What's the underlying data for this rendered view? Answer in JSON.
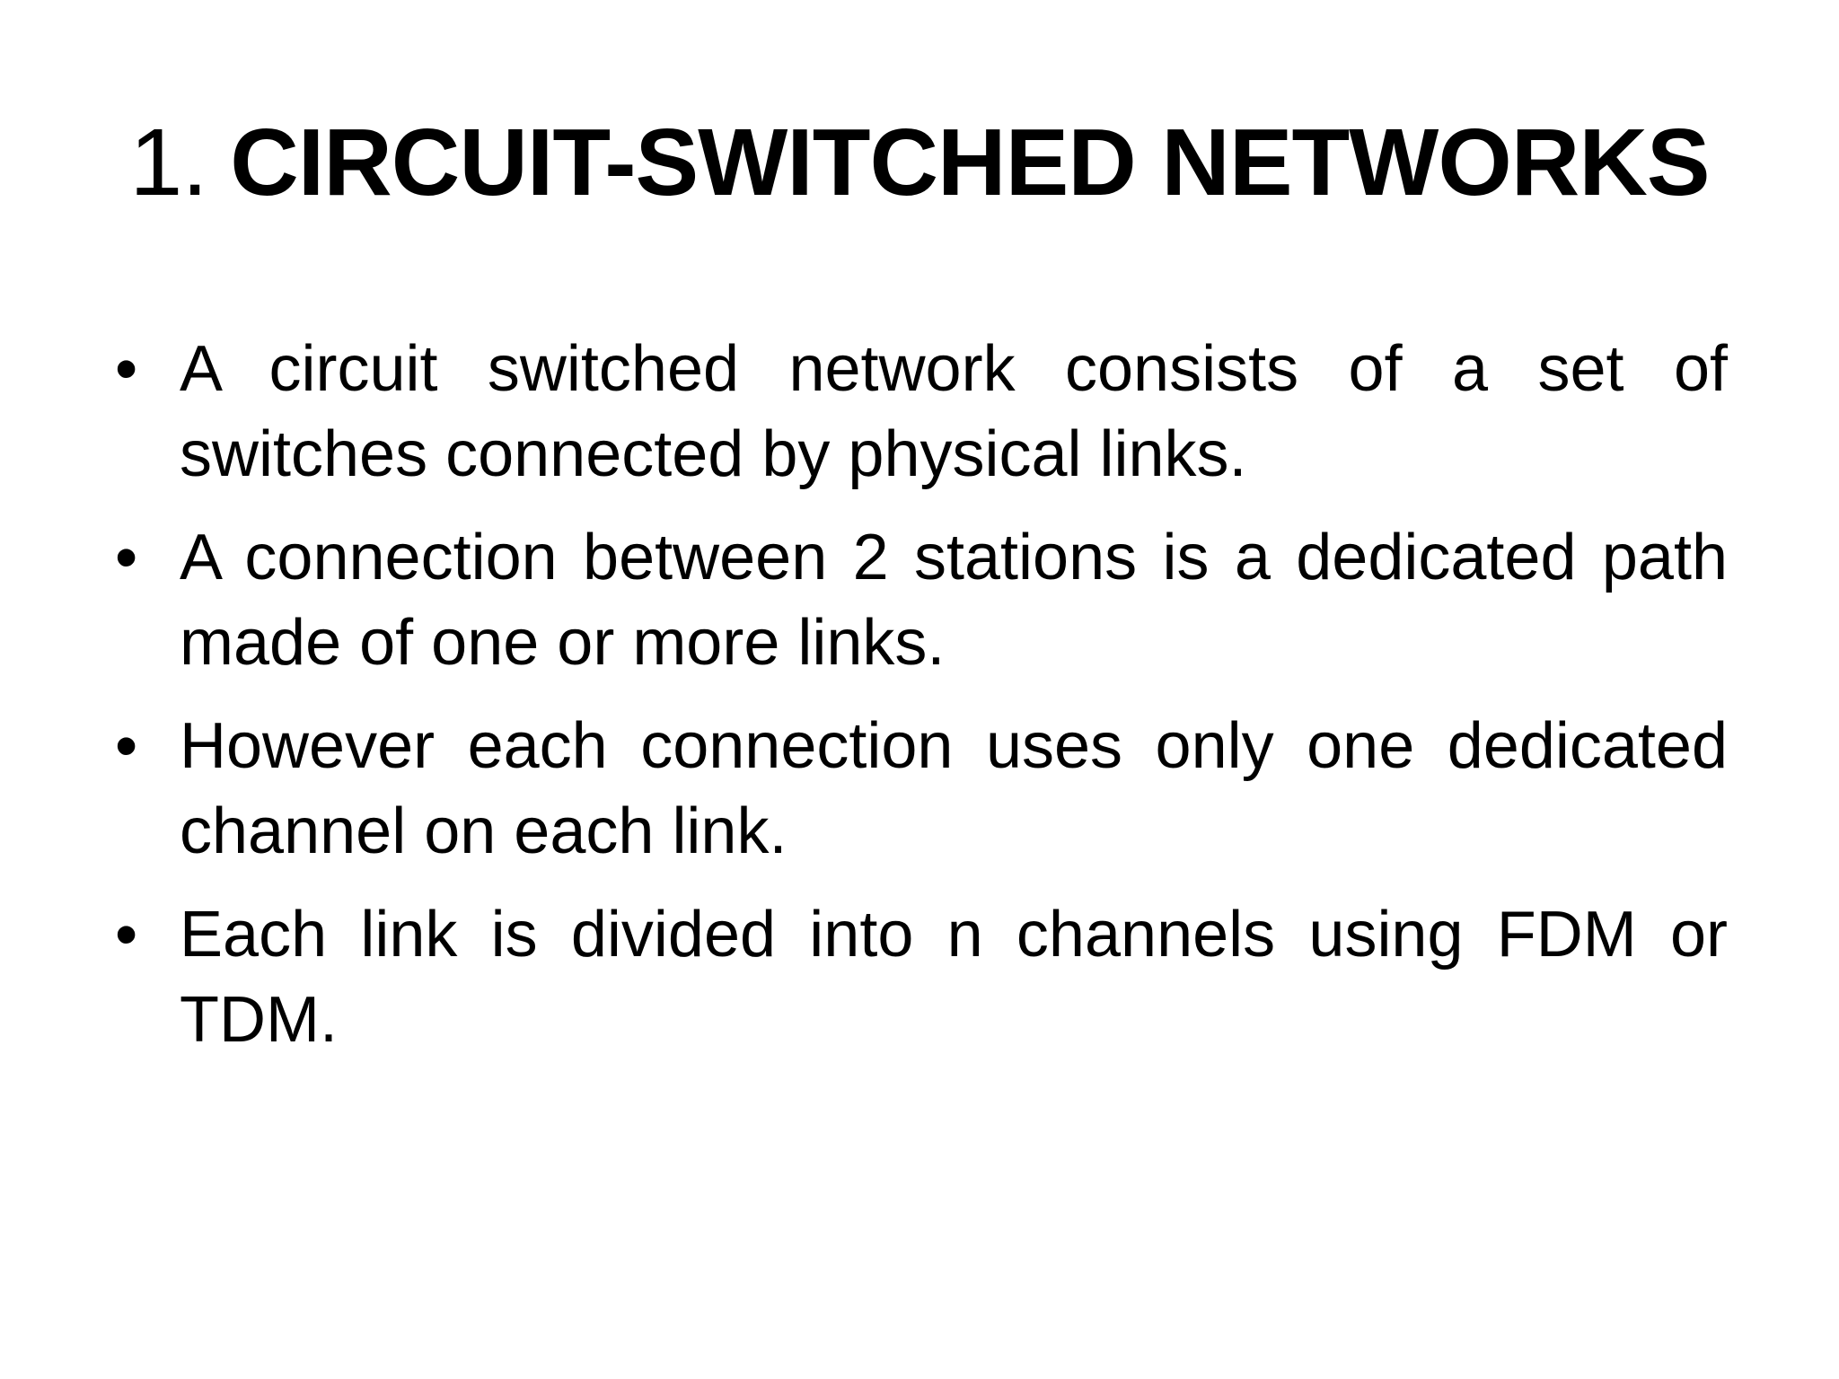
{
  "slide": {
    "title": {
      "number": "1.",
      "main": "CIRCUIT-SWITCHED NETWORKS"
    },
    "bullet_char": "•",
    "bullets": [
      {
        "lines": [
          "A circuit switched network consists of a set of",
          "switches connected by physical links."
        ]
      },
      {
        "lines": [
          "A connection between 2 stations is a dedicated path",
          "made of one or more links."
        ]
      },
      {
        "lines": [
          "However each connection uses only one dedicated",
          "channel on each link."
        ]
      },
      {
        "lines": [
          "Each link is divided into n channels using FDM or",
          "TDM."
        ]
      }
    ],
    "colors": {
      "text": "#000000",
      "background": "#ffffff"
    }
  }
}
